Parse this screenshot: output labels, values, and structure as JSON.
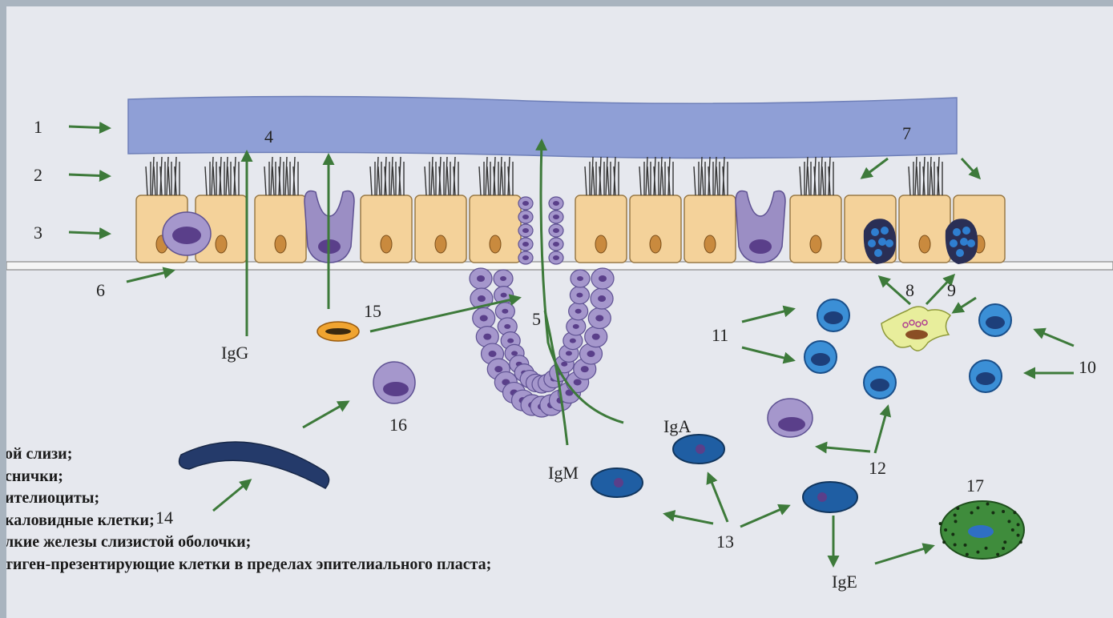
{
  "labels": {
    "n1": "1",
    "n2": "2",
    "n3": "3",
    "n4": "4",
    "n5": "5",
    "n6": "6",
    "n7": "7",
    "n8": "8",
    "n9": "9",
    "n10": "10",
    "n11": "11",
    "n12": "12",
    "n13": "13",
    "n14": "14",
    "n15": "15",
    "n16": "16",
    "n17": "17",
    "igg": "IgG",
    "iga": "IgA",
    "igm": "IgM",
    "ige": "IgE"
  },
  "legend": [
    "ой слизи;",
    "снички;",
    "ителиоциты;",
    "каловидные клетки;",
    "лкие железы слизистой оболочки;",
    "тиген-презентирующие клетки в пределах эпителиального пласта;"
  ],
  "colors": {
    "mucus": "#8f9fd6",
    "epithelium": "#f4d29a",
    "goblet": "#9b8ec4",
    "arrow": "#3d7a3a",
    "plasma": "#1f5ea3",
    "lymphocyte": "#3b8fd6",
    "mast": "#3f8c3c",
    "apc": "#e8ee9c"
  }
}
